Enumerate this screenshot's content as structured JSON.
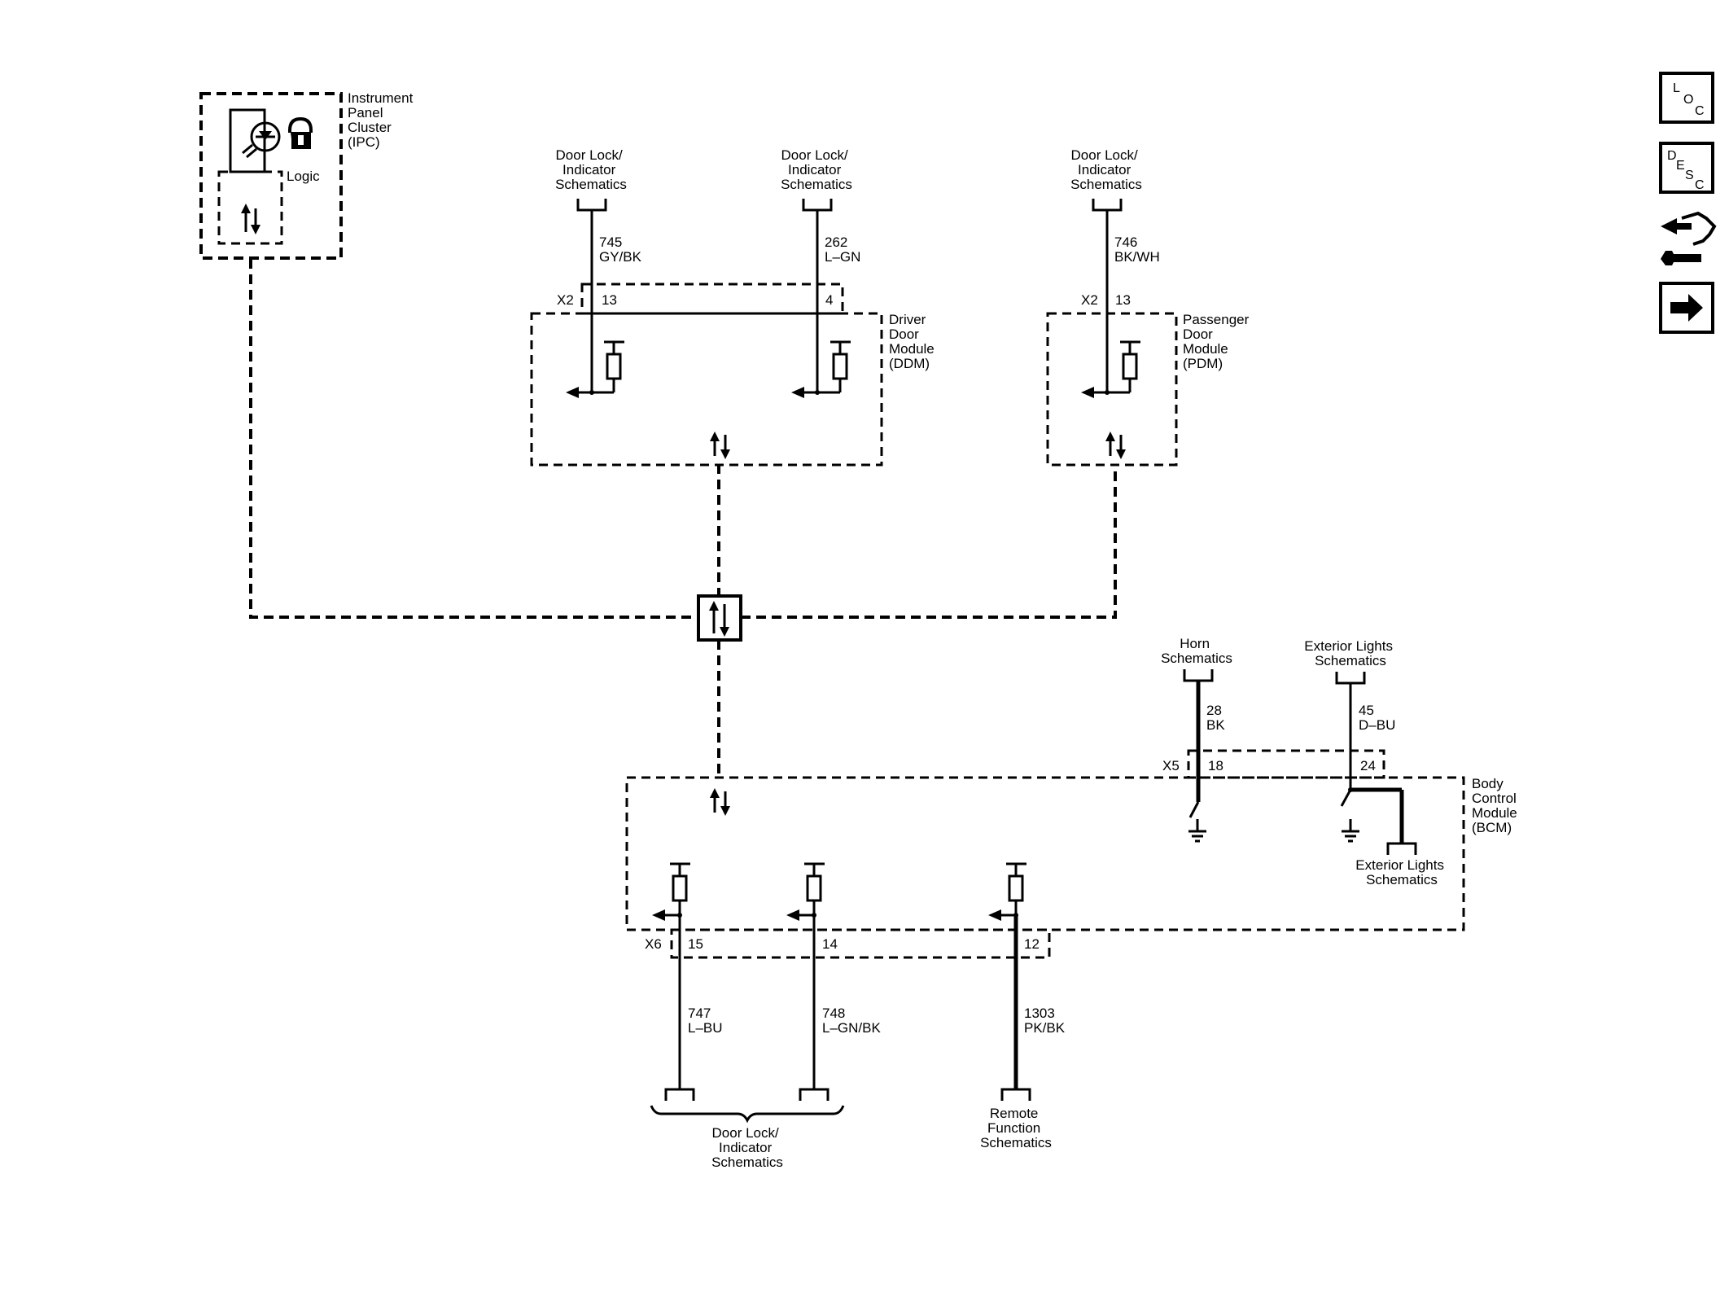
{
  "ipc": {
    "title_lines": [
      "Instrument",
      "Panel",
      "Cluster",
      "(IPC)"
    ],
    "logic_label": "Logic"
  },
  "ddm": {
    "title_lines": [
      "Driver",
      "Door",
      "Module",
      "(DDM)"
    ],
    "connector": "X2",
    "circuits": [
      {
        "pin": "13",
        "number": "745",
        "color": "GY/BK",
        "ref_lines": [
          "Door Lock/",
          "Indicator",
          "Schematics"
        ]
      },
      {
        "pin": "4",
        "number": "262",
        "color": "L–GN",
        "ref_lines": [
          "Door Lock/",
          "Indicator",
          "Schematics"
        ]
      }
    ]
  },
  "pdm": {
    "title_lines": [
      "Passenger",
      "Door",
      "Module",
      "(PDM)"
    ],
    "connector": "X2",
    "circuits": [
      {
        "pin": "13",
        "number": "746",
        "color": "BK/WH",
        "ref_lines": [
          "Door Lock/",
          "Indicator",
          "Schematics"
        ]
      }
    ]
  },
  "bcm": {
    "title_lines": [
      "Body",
      "Control",
      "Module",
      "(BCM)"
    ],
    "top_connector": "X5",
    "top_circuits": [
      {
        "pin": "18",
        "number": "28",
        "color": "BK",
        "ref_lines": [
          "Horn",
          "Schematics"
        ]
      },
      {
        "pin": "24",
        "number": "45",
        "color": "D–BU",
        "ref_lines": [
          "Exterior Lights",
          "Schematics"
        ]
      }
    ],
    "exterior_lights_out_lines": [
      "Exterior Lights",
      "Schematics"
    ],
    "bottom_connector": "X6",
    "bottom_circuits": [
      {
        "pin": "15",
        "number": "747",
        "color": "L–BU"
      },
      {
        "pin": "14",
        "number": "748",
        "color": "L–GN/BK"
      },
      {
        "pin": "12",
        "number": "1303",
        "color": "PK/BK"
      }
    ],
    "door_lock_ref_lines": [
      "Door Lock/",
      "Indicator",
      "Schematics"
    ],
    "remote_ref_lines": [
      "Remote",
      "Function",
      "Schematics"
    ]
  },
  "nav": {
    "loc": [
      "L",
      "O",
      "C"
    ],
    "desc": [
      "D",
      "E",
      "S",
      "C"
    ],
    "icons": [
      "connector-end-view-icon",
      "next-page-arrow-icon"
    ]
  }
}
